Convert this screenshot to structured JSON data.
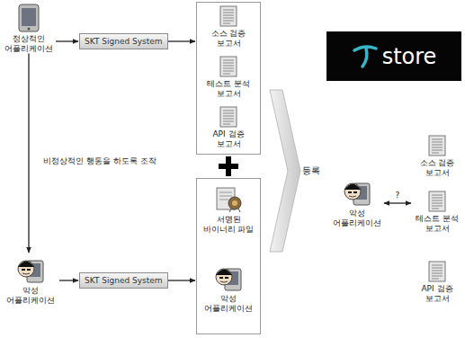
{
  "diagram": {
    "nodes": [
      {
        "text": [
          "정상적인 어플리케이션"
        ]
      },
      {
        "text": [
          "SKT Signed System"
        ]
      },
      {
        "text": []
      },
      {
        "text": [
          "소스 검증 보고서"
        ],
        "in": 2
      },
      {
        "text": [
          "테스트 분석 보고서"
        ],
        "in": 2
      },
      {
        "text": [
          "API 검증 보고서"
        ],
        "in": 2
      },
      {
        "text": [
          "악성 어플리케이션"
        ]
      },
      {
        "text": [
          "SKT Signed System"
        ]
      },
      {
        "text": []
      },
      {
        "text": [
          "서명된 바이너리 파일"
        ],
        "in": 8
      },
      {
        "text": [
          "악성 어플리케이션"
        ],
        "in": 8
      },
      {
        "text": [
          "store"
        ]
      },
      {
        "text": [
          "악성 어플리케이션"
        ]
      },
      {
        "text": [
          "소스 검증 보고서"
        ]
      },
      {
        "text": [
          "테스트 분석 보고서"
        ]
      },
      {
        "text": [
          "API 검증 보고서"
        ]
      }
    ],
    "edges": [
      {
        "from": 0,
        "to": 1,
        "arrow": "to"
      },
      {
        "from": 1,
        "to": 2,
        "arrow": "to"
      },
      {
        "from": 0,
        "to": 6,
        "label": "비정상적인 행동을 하도록 조작",
        "arrow": "to"
      },
      {
        "from": 6,
        "to": 7,
        "arrow": "to"
      },
      {
        "from": 7,
        "to": 8,
        "arrow": "to"
      },
      {
        "from": 12,
        "to": 14,
        "label": "?",
        "arrow": "both"
      }
    ],
    "labels": [
      "등록"
    ]
  }
}
